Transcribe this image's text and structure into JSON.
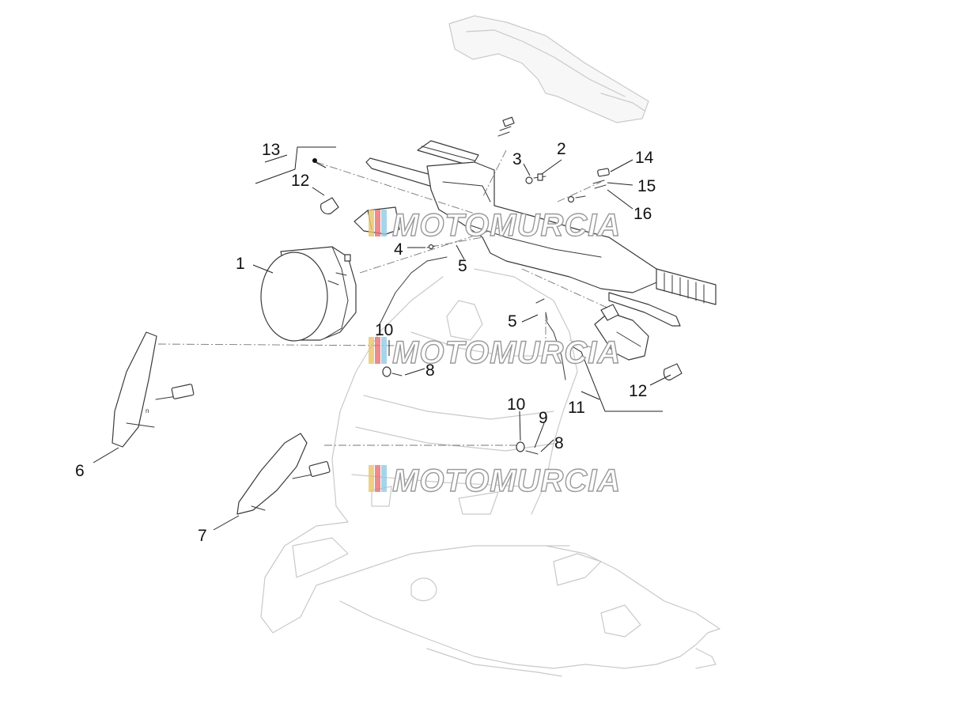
{
  "watermark": {
    "text": "MOTOMURCIA"
  },
  "callouts": {
    "c1": "1",
    "c2": "2",
    "c3": "3",
    "c4": "4",
    "c5a": "5",
    "c5b": "5",
    "c6": "6",
    "c7": "7",
    "c8a": "8",
    "c8b": "8",
    "c9": "9",
    "c10a": "10",
    "c10b": "10",
    "c11": "11",
    "c12a": "12",
    "c12b": "12",
    "c13": "13",
    "c14": "14",
    "c15": "15",
    "c16": "16"
  }
}
